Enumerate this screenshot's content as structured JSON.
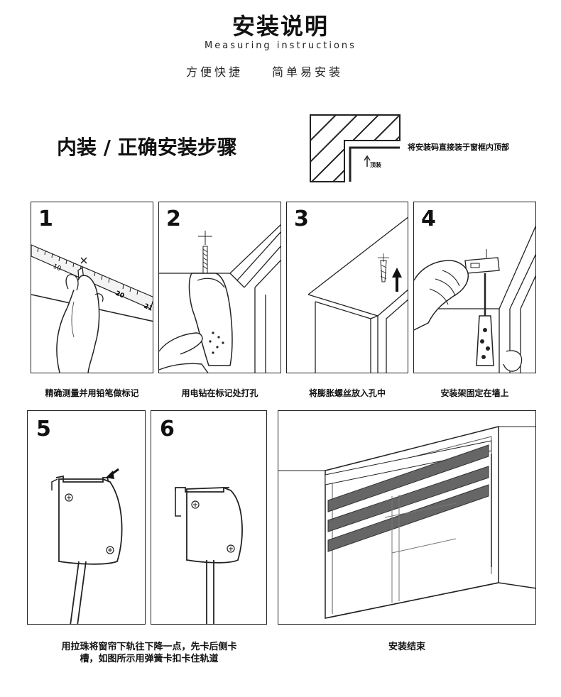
{
  "header": {
    "title": "安装说明",
    "subtitle": "Measuring instructions",
    "tagline_left": "方便快捷",
    "tagline_right": "简单易安装"
  },
  "section": {
    "title": "内装 / 正确安装步骤",
    "corner_note": "将安装码直接装于窗框内顶部",
    "corner_label": "顶装"
  },
  "steps": [
    {
      "number": "1",
      "caption": "精确测量并用铅笔做标记",
      "ruler_marks": [
        "10",
        "20",
        "21"
      ]
    },
    {
      "number": "2",
      "caption": "用电钻在标记处打孔"
    },
    {
      "number": "3",
      "caption": "将膨胀螺丝放入孔中"
    },
    {
      "number": "4",
      "caption": "安装架固定在墙上"
    },
    {
      "number": "5",
      "caption_line1": "用拉珠将窗帘下轨往下降一点，先卡后侧卡",
      "caption_line2": "槽，如图所示用弹簧卡扣卡住轨道"
    },
    {
      "number": "6"
    },
    {
      "caption": "安装结束"
    }
  ]
}
